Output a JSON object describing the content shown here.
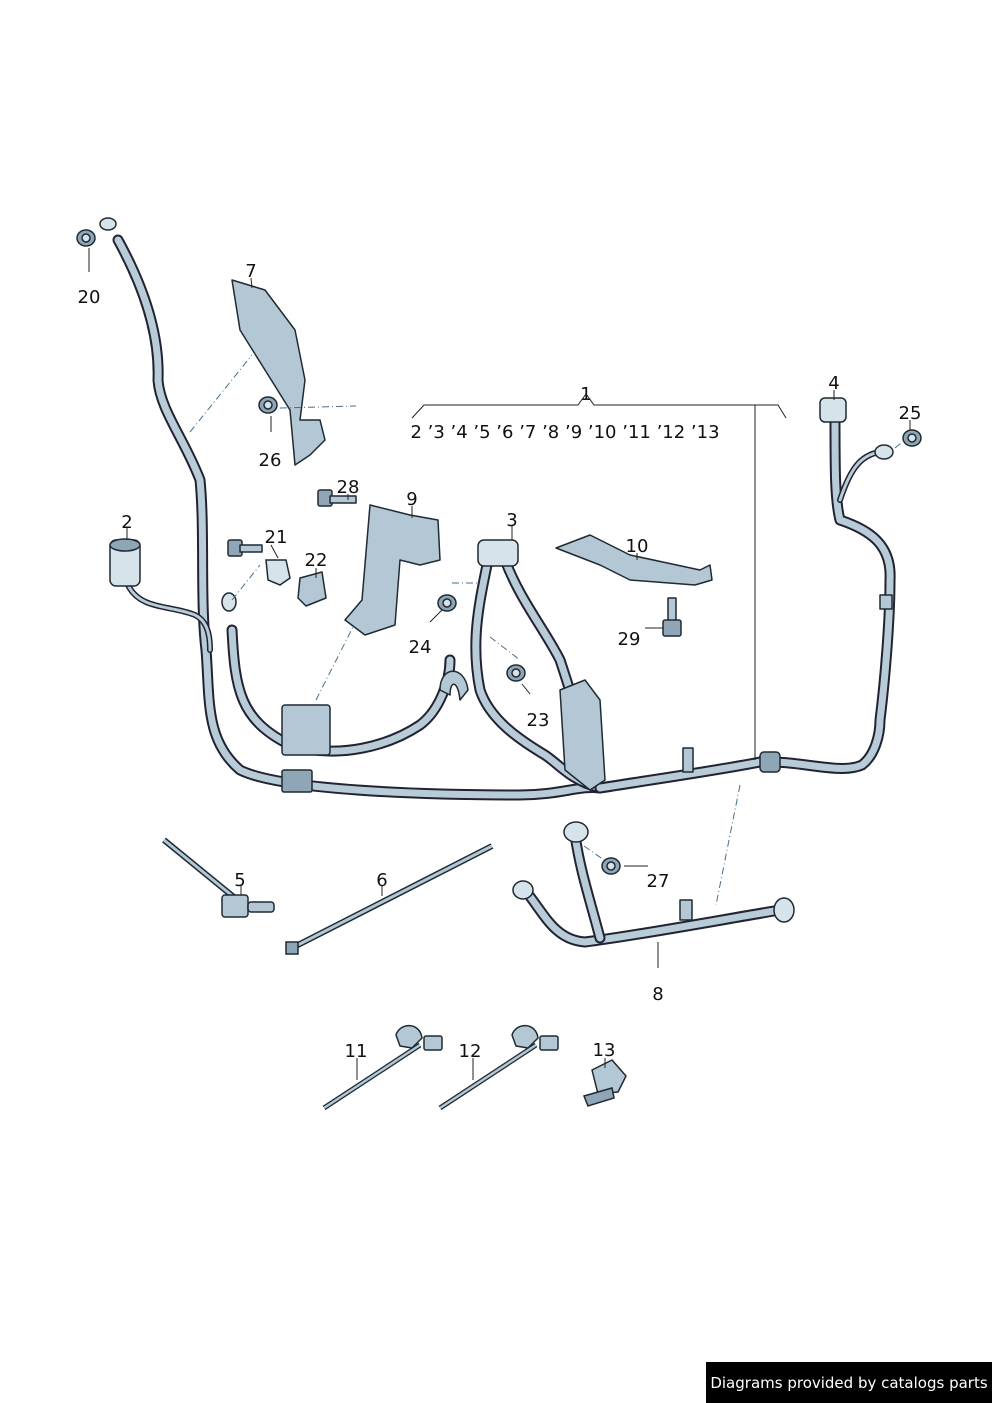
{
  "callouts": {
    "c1": "1",
    "c2": "2",
    "c3": "3",
    "c4": "4",
    "c5": "5",
    "c6": "6",
    "c7": "7",
    "c8": "8",
    "c9": "9",
    "c10": "10",
    "c11": "11",
    "c12": "12",
    "c13": "13",
    "c20": "20",
    "c21": "21",
    "c22": "22",
    "c23": "23",
    "c24": "24",
    "c25": "25",
    "c26": "26",
    "c27": "27",
    "c28": "28",
    "c29": "29"
  },
  "sub_parts_label": "2 ’3 ’4  ’5 ’6 ’7 ’8 ’9 ’10 ’11 ’12 ’13",
  "footer": {
    "text": "Diagrams provided by catalogs parts",
    "bg": "#000000",
    "color": "#ffffff"
  },
  "colors": {
    "part_fill": "#b3c7d4",
    "outline": "#1f2a33",
    "leader_dash": "#4a6f87"
  }
}
